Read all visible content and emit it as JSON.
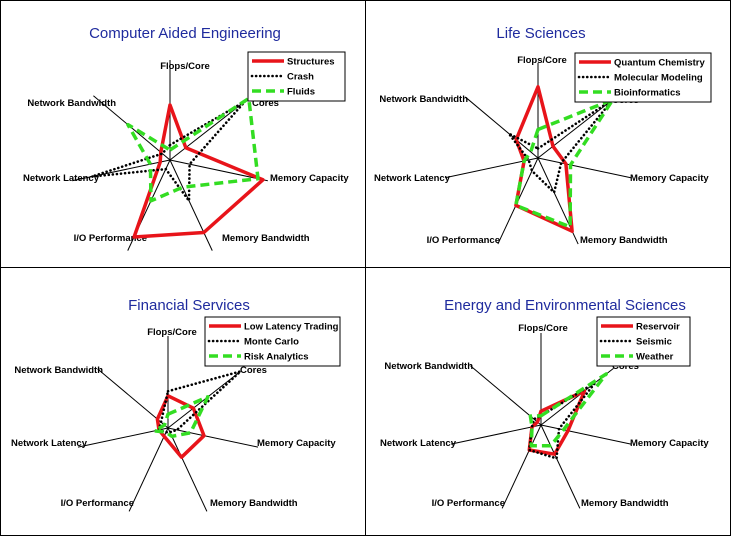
{
  "colors": {
    "series_red": "#e8141a",
    "series_black": "#000000",
    "series_green": "#33dd22",
    "title": "#1f2b9e",
    "border": "#000000"
  },
  "axes": [
    "Flops/Core",
    "Cores",
    "Memory Capacity",
    "Memory Bandwidth",
    "I/O Performance",
    "Network Latency",
    "Network Bandwidth"
  ],
  "chart_data": [
    {
      "type": "radar",
      "title": "Computer Aided Engineering",
      "legend_position": "top-right",
      "series": [
        {
          "name": "Structures",
          "style": "solid-red",
          "values": [
            0.55,
            0.2,
            0.95,
            0.8,
            0.85,
            0.1,
            0.12
          ]
        },
        {
          "name": "Crash",
          "style": "dotted-black",
          "values": [
            0.15,
            0.95,
            0.2,
            0.45,
            0.1,
            0.8,
            0.1
          ]
        },
        {
          "name": "Fluids",
          "style": "dashed-green",
          "values": [
            0.1,
            1.0,
            0.9,
            0.3,
            0.45,
            0.2,
            0.55
          ]
        }
      ]
    },
    {
      "type": "radar",
      "title": "Life Sciences",
      "legend_position": "top-right",
      "series": [
        {
          "name": "Quantum Chemistry",
          "style": "solid-red",
          "values": [
            0.75,
            0.2,
            0.3,
            0.85,
            0.55,
            0.15,
            0.3
          ]
        },
        {
          "name": "Molecular Modeling",
          "style": "dotted-black",
          "values": [
            0.1,
            1.0,
            0.25,
            0.4,
            0.15,
            0.1,
            0.4
          ]
        },
        {
          "name": "Bioinformatics",
          "style": "dashed-green",
          "values": [
            0.3,
            1.0,
            0.35,
            0.8,
            0.55,
            0.15,
            0.1
          ]
        }
      ]
    },
    {
      "type": "radar",
      "title": "Financial Services",
      "legend_position": "top-right",
      "series": [
        {
          "name": "Low Latency Trading",
          "style": "solid-red",
          "values": [
            0.35,
            0.35,
            0.4,
            0.35,
            0.1,
            0.1,
            0.15
          ]
        },
        {
          "name": "Monte Carlo",
          "style": "dotted-black",
          "values": [
            0.4,
            1.0,
            0.1,
            0.05,
            0.05,
            0.1,
            0.1
          ]
        },
        {
          "name": "Risk Analytics",
          "style": "dashed-green",
          "values": [
            0.15,
            0.55,
            0.25,
            0.1,
            0.05,
            0.15,
            0.05
          ]
        }
      ]
    },
    {
      "type": "radar",
      "title": "Energy and Environmental Sciences",
      "legend_position": "top-right",
      "series": [
        {
          "name": "Reservoir",
          "style": "solid-red",
          "values": [
            0.15,
            0.6,
            0.3,
            0.35,
            0.3,
            0.1,
            0.05
          ]
        },
        {
          "name": "Seismic",
          "style": "dotted-black",
          "values": [
            0.1,
            0.75,
            0.2,
            0.4,
            0.3,
            0.1,
            0.1
          ]
        },
        {
          "name": "Weather",
          "style": "dashed-green",
          "values": [
            0.1,
            0.9,
            0.25,
            0.25,
            0.25,
            0.1,
            0.15
          ]
        }
      ]
    }
  ]
}
